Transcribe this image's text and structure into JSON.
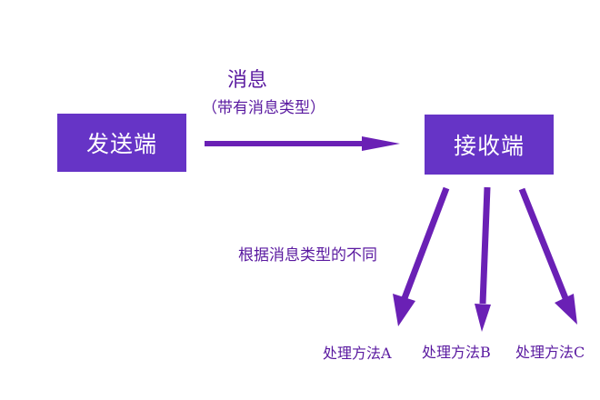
{
  "diagram": {
    "sender": {
      "label": "发送端"
    },
    "receiver": {
      "label": "接收端"
    },
    "message": {
      "title": "消息",
      "subtitle": "（带有消息类型）"
    },
    "dispatch_label": "根据消息类型的不同",
    "handlers": [
      {
        "label": "处理方法A"
      },
      {
        "label": "处理方法B"
      },
      {
        "label": "处理方法C"
      }
    ]
  },
  "colors": {
    "box_fill": "#6634c6",
    "box_text": "#ffffff",
    "arrow": "#6a20b5",
    "label_text": "#5a1aa0"
  }
}
